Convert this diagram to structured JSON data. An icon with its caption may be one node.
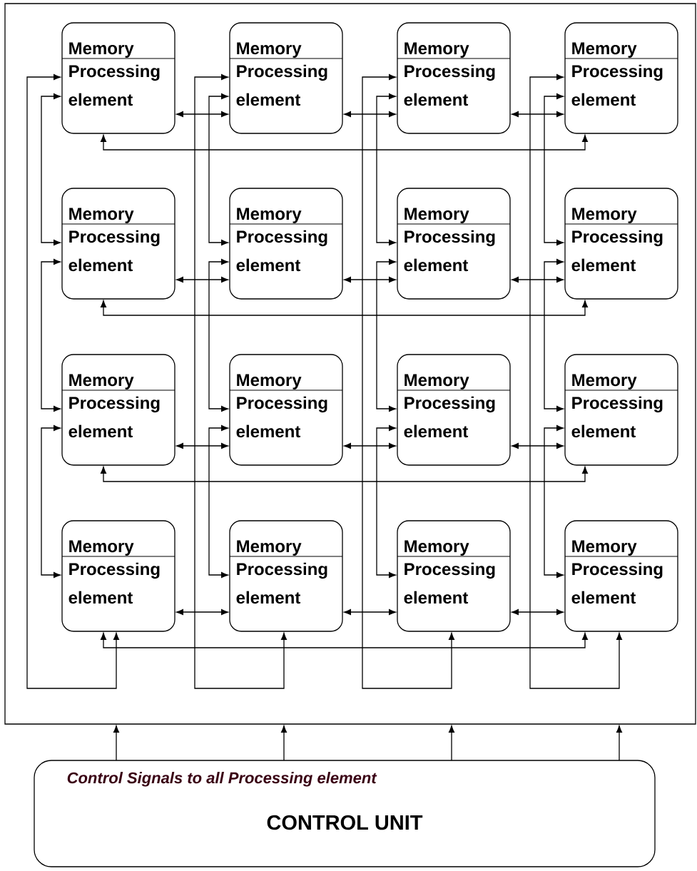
{
  "diagram": {
    "nodes": [
      {
        "text": [],
        "shape": "box"
      },
      {
        "text": [
          "Memory",
          "Processing element"
        ],
        "in": 0
      },
      {
        "text": [
          "Memory",
          "Processing element"
        ],
        "in": 0
      },
      {
        "text": [
          "Memory",
          "Processing element"
        ],
        "in": 0
      },
      {
        "text": [
          "Memory",
          "Processing element"
        ],
        "in": 0
      },
      {
        "text": [
          "Memory",
          "Processing element"
        ],
        "in": 0
      },
      {
        "text": [
          "Memory",
          "Processing element"
        ],
        "in": 0
      },
      {
        "text": [
          "Memory",
          "Processing element"
        ],
        "in": 0
      },
      {
        "text": [
          "Memory",
          "Processing element"
        ],
        "in": 0
      },
      {
        "text": [
          "Memory",
          "Processing element"
        ],
        "in": 0
      },
      {
        "text": [
          "Memory",
          "Processing element"
        ],
        "in": 0
      },
      {
        "text": [
          "Memory",
          "Processing element"
        ],
        "in": 0
      },
      {
        "text": [
          "Memory",
          "Processing element"
        ],
        "in": 0
      },
      {
        "text": [
          "Memory",
          "Processing element"
        ],
        "in": 0
      },
      {
        "text": [
          "Memory",
          "Processing element"
        ],
        "in": 0
      },
      {
        "text": [
          "Memory",
          "Processing element"
        ],
        "in": 0
      },
      {
        "text": [
          "Memory",
          "Processing element"
        ],
        "in": 0
      },
      {
        "text": [
          "Control Signals to all Processing element",
          "CONTROL UNIT"
        ]
      }
    ],
    "edges": [
      {
        "from": 1,
        "to": 2,
        "arrow": "both"
      },
      {
        "from": 2,
        "to": 3,
        "arrow": "both"
      },
      {
        "from": 3,
        "to": 4,
        "arrow": "both"
      },
      {
        "from": 4,
        "to": 1,
        "arrow": "both"
      },
      {
        "from": 5,
        "to": 6,
        "arrow": "both"
      },
      {
        "from": 6,
        "to": 7,
        "arrow": "both"
      },
      {
        "from": 7,
        "to": 8,
        "arrow": "both"
      },
      {
        "from": 8,
        "to": 5,
        "arrow": "both"
      },
      {
        "from": 9,
        "to": 10,
        "arrow": "both"
      },
      {
        "from": 10,
        "to": 11,
        "arrow": "both"
      },
      {
        "from": 11,
        "to": 12,
        "arrow": "both"
      },
      {
        "from": 12,
        "to": 9,
        "arrow": "both"
      },
      {
        "from": 13,
        "to": 14,
        "arrow": "both"
      },
      {
        "from": 14,
        "to": 15,
        "arrow": "both"
      },
      {
        "from": 15,
        "to": 16,
        "arrow": "both"
      },
      {
        "from": 16,
        "to": 13,
        "arrow": "both"
      },
      {
        "from": 1,
        "to": 5,
        "arrow": "both"
      },
      {
        "from": 5,
        "to": 9,
        "arrow": "both"
      },
      {
        "from": 9,
        "to": 13,
        "arrow": "both"
      },
      {
        "from": 1,
        "to": 13,
        "arrow": "both"
      },
      {
        "from": 2,
        "to": 6,
        "arrow": "both"
      },
      {
        "from": 6,
        "to": 10,
        "arrow": "both"
      },
      {
        "from": 10,
        "to": 14,
        "arrow": "both"
      },
      {
        "from": 2,
        "to": 14,
        "arrow": "both"
      },
      {
        "from": 3,
        "to": 7,
        "arrow": "both"
      },
      {
        "from": 7,
        "to": 11,
        "arrow": "both"
      },
      {
        "from": 11,
        "to": 15,
        "arrow": "both"
      },
      {
        "from": 3,
        "to": 15,
        "arrow": "both"
      },
      {
        "from": 4,
        "to": 8,
        "arrow": "both"
      },
      {
        "from": 8,
        "to": 12,
        "arrow": "both"
      },
      {
        "from": 12,
        "to": 16,
        "arrow": "both"
      },
      {
        "from": 4,
        "to": 16,
        "arrow": "both"
      },
      {
        "from": 17,
        "to": 0,
        "arrow": "to"
      },
      {
        "from": 17,
        "to": 0,
        "arrow": "to"
      },
      {
        "from": 17,
        "to": 0,
        "arrow": "to"
      },
      {
        "from": 17,
        "to": 0,
        "arrow": "to"
      }
    ]
  }
}
